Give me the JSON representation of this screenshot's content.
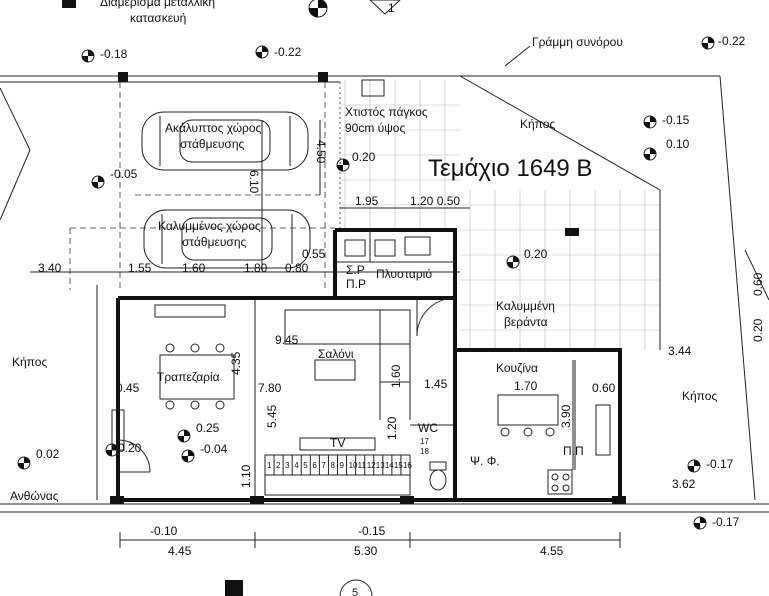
{
  "plan": {
    "parcel_title": "Τεμάχιο 1649 Β",
    "top_note": "Διαμέρισμα μεταλλική κατασκευή",
    "top_note_lines": [
      "Διαμέρισμα μεταλλική",
      "κατασκευή"
    ],
    "boundary_label": "Γράμμη συνόρου",
    "rooms": {
      "open_parking": [
        "Ακάλυπτος χώρος",
        "στάθμευσης"
      ],
      "covered_parking": [
        "Καλυμμένος χώρος",
        "στάθμευσης"
      ],
      "built_counter": [
        "Χτιστός πάγκος",
        "90cm ύψος"
      ],
      "garden_top": "Κήπος",
      "garden_left": "Κήπος",
      "garden_right": "Κήπος",
      "sp_pr": [
        "Σ.Ρ",
        "Π.Ρ"
      ],
      "laundry": "Πλυσταριό",
      "covered_veranda": [
        "Καλυμμένη",
        "βεράντα"
      ],
      "dining": "Τραπεζαρία",
      "living": "Σαλόνι",
      "kitchen": "Κουζίνα",
      "wc": "WC",
      "fridge": "Ψ.   Φ.",
      "pp": "Π.Π",
      "tv": "TV",
      "street": "Ανθώνας"
    },
    "levels": {
      "l_018": "-0.18",
      "l_022a": "-0.22",
      "l_022b": "-0.22",
      "l_015a": "-0.15",
      "l_010": "0.10",
      "l_005": "-0.05",
      "l_020a": "0.20",
      "l_020b": "0.20",
      "l_025": "0.25",
      "l_020c": "0.20",
      "l_004": "-0.04",
      "l_002": "0.02",
      "l_017a": "-0.17",
      "l_017b": "-0.17",
      "l_010b": "-0.10",
      "l_015b": "-0.15"
    },
    "dimensions": {
      "d_450": "4.50",
      "d_610": "6.10",
      "d_195": "1.95",
      "d_120_050": "1.20 0.50",
      "d_340": "3.40",
      "d_155": "1.55",
      "d_160": "1.60",
      "d_180": "1.80",
      "d_080": "0.80",
      "d_055": "0.55",
      "d_945": "9.45",
      "d_435": "4.35",
      "d_780": "7.80",
      "d_045": "0.45",
      "d_160b": "1.60",
      "d_145": "1.45",
      "d_170": "1.70",
      "d_060": "0.60",
      "d_390": "3.90",
      "d_344": "3.44",
      "d_060v": "0.60",
      "d_020v": "0.20",
      "d_545": "5.45",
      "d_120": "1.20",
      "d_110": "1.10",
      "d_362": "3.62",
      "d_445": "4.45",
      "d_530": "5.30",
      "d_455": "4.55"
    },
    "stair_numbers": [
      "1",
      "2",
      "3",
      "4",
      "5",
      "6",
      "7",
      "8",
      "9",
      "10",
      "11",
      "12",
      "13",
      "14",
      "15",
      "16",
      "17",
      "18"
    ],
    "axis_marks": {
      "a1": "1",
      "a5": "5"
    }
  }
}
